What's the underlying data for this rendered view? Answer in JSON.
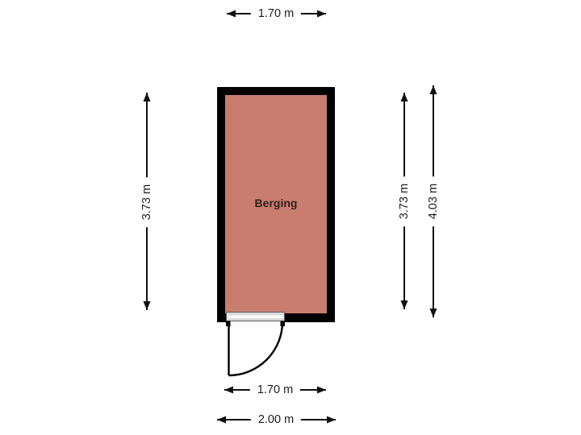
{
  "page": {
    "background_color": "#ffffff"
  },
  "floorplan": {
    "room": {
      "name": "Berging",
      "floor_color": "#c97d6e",
      "wall_color": "#000000"
    },
    "dimensions": {
      "top_width": "1.70 m",
      "left_height": "3.73 m",
      "right_inner_height": "3.73 m",
      "right_outer_height": "4.03 m",
      "bottom_inner_width": "1.70 m",
      "bottom_outer_width": "2.00 m"
    }
  }
}
